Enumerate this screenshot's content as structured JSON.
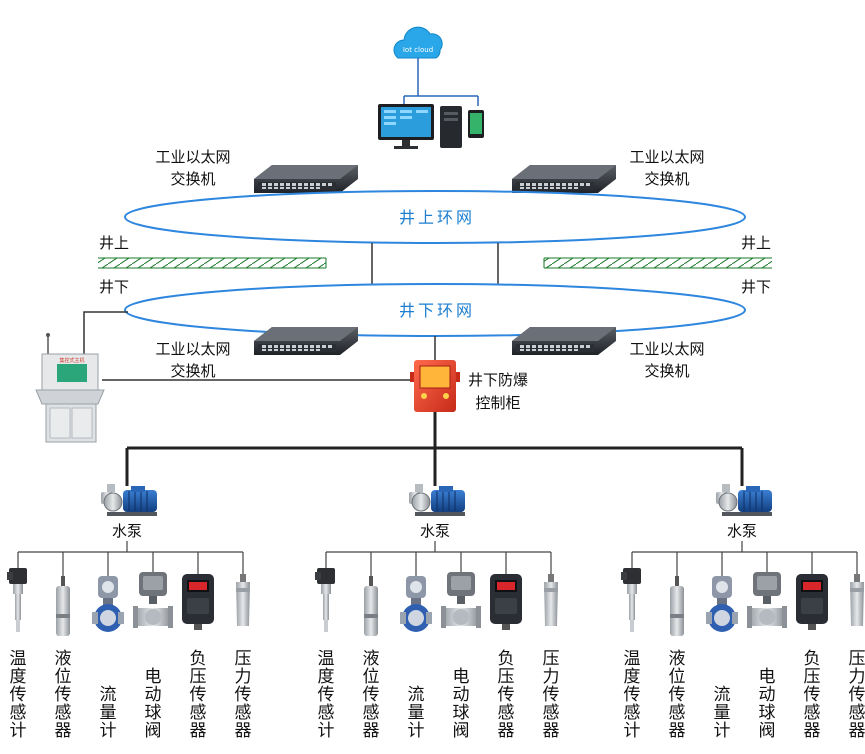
{
  "cloud": {
    "label": "Iot cloud"
  },
  "switches": {
    "top_left": [
      "工业以太网",
      "交换机"
    ],
    "top_right": [
      "工业以太网",
      "交换机"
    ],
    "bottom_left": [
      "工业以太网",
      "交换机"
    ],
    "bottom_right": [
      "工业以太网",
      "交换机"
    ]
  },
  "rings": {
    "upper": "井上环网",
    "lower": "井下环网"
  },
  "ground": {
    "above_left": "井上",
    "above_right": "井上",
    "below_left": "井下",
    "below_right": "井下"
  },
  "console": {
    "screen_label": "集控式主机"
  },
  "cabinet": {
    "label": [
      "井下防爆",
      "控制柜"
    ]
  },
  "pumps": [
    {
      "label": "水泵"
    },
    {
      "label": "水泵"
    },
    {
      "label": "水泵"
    }
  ],
  "sensor_groups": [
    {
      "sensors": [
        {
          "id": "temperature",
          "label": [
            "温",
            "度",
            "传",
            "感",
            "计"
          ]
        },
        {
          "id": "level",
          "label": [
            "液",
            "位",
            "传",
            "感",
            "器"
          ]
        },
        {
          "id": "flow",
          "label": [
            "流",
            "量",
            "计"
          ]
        },
        {
          "id": "valve",
          "label": [
            "电",
            "动",
            "球",
            "阀"
          ]
        },
        {
          "id": "negpressure",
          "label": [
            "负",
            "压",
            "传",
            "感",
            "器"
          ]
        },
        {
          "id": "pressure",
          "label": [
            "压",
            "力",
            "传",
            "感",
            "器"
          ]
        }
      ]
    },
    {
      "sensors": [
        {
          "id": "temperature",
          "label": [
            "温",
            "度",
            "传",
            "感",
            "计"
          ]
        },
        {
          "id": "level",
          "label": [
            "液",
            "位",
            "传",
            "感",
            "器"
          ]
        },
        {
          "id": "flow",
          "label": [
            "流",
            "量",
            "计"
          ]
        },
        {
          "id": "valve",
          "label": [
            "电",
            "动",
            "球",
            "阀"
          ]
        },
        {
          "id": "negpressure",
          "label": [
            "负",
            "压",
            "传",
            "感",
            "器"
          ]
        },
        {
          "id": "pressure",
          "label": [
            "压",
            "力",
            "传",
            "感",
            "器"
          ]
        }
      ]
    },
    {
      "sensors": [
        {
          "id": "temperature",
          "label": [
            "温",
            "度",
            "传",
            "感",
            "计"
          ]
        },
        {
          "id": "level",
          "label": [
            "液",
            "位",
            "传",
            "感",
            "器"
          ]
        },
        {
          "id": "flow",
          "label": [
            "流",
            "量",
            "计"
          ]
        },
        {
          "id": "valve",
          "label": [
            "电",
            "动",
            "球",
            "阀"
          ]
        },
        {
          "id": "negpressure",
          "label": [
            "负",
            "压",
            "传",
            "感",
            "器"
          ]
        },
        {
          "id": "pressure",
          "label": [
            "压",
            "力",
            "传",
            "感",
            "器"
          ]
        }
      ]
    }
  ],
  "colors": {
    "ring": "#2e86de",
    "ring_text": "#1e7fd0",
    "line": "#333333",
    "pump": "#1a5fb4",
    "cabinet": "#e53b2a"
  }
}
